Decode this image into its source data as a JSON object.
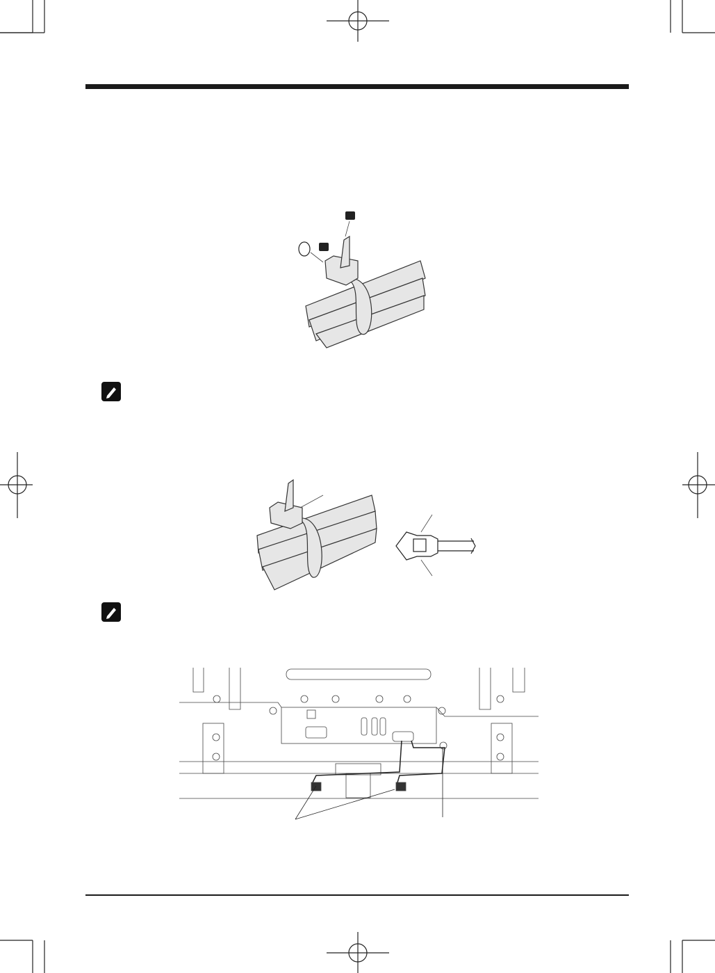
{
  "page": {
    "ink_color": "#1a1a1a",
    "background": "#ffffff"
  },
  "icons": {
    "note_icon_1": "pencil-note-icon",
    "note_icon_2": "pencil-note-icon"
  },
  "figures": {
    "figure_1": "cable-tie-bundle",
    "figure_2": "cable-tie-bundle-and-clip",
    "figure_3": "rear-panel-wiring"
  }
}
